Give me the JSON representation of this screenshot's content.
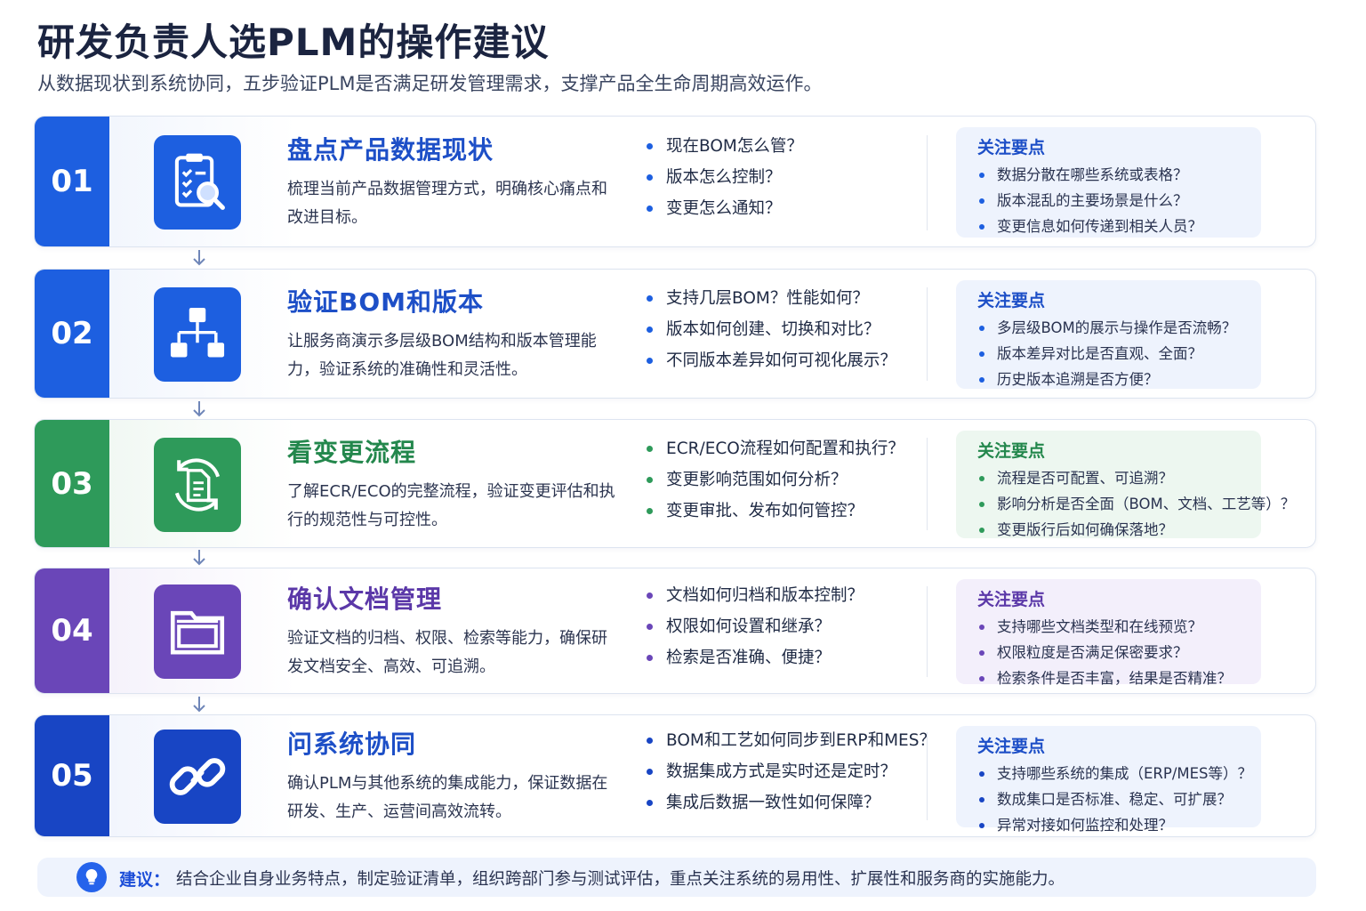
{
  "header": {
    "title": "研发负责人选PLM的操作建议",
    "subtitle": "从数据现状到系统协同，五步验证PLM是否满足研发管理需求，支撑产品全生命周期高效运作。"
  },
  "colors": {
    "blue": "#1d5fe0",
    "green": "#2e9a5a",
    "purple": "#6a46b8",
    "navy": "#1845c4"
  },
  "steps": [
    {
      "number": "01",
      "icon": "clipboard-search-icon",
      "title": "盘点产品数据现状",
      "desc": "梳理当前产品数据管理方式，明确核心痛点和改进目标。",
      "questions": [
        "现在BOM怎么管？",
        "版本怎么控制？",
        "变更怎么通知？"
      ],
      "focus_title": "关注要点",
      "focus": [
        "数据分散在哪些系统或表格？",
        "版本混乱的主要场景是什么？",
        "变更信息如何传递到相关人员？"
      ]
    },
    {
      "number": "02",
      "icon": "hierarchy-icon",
      "title": "验证BOM和版本",
      "desc": "让服务商演示多层级BOM结构和版本管理能力，验证系统的准确性和灵活性。",
      "questions": [
        "支持几层BOM？性能如何？",
        "版本如何创建、切换和对比？",
        "不同版本差异如何可视化展示？"
      ],
      "focus_title": "关注要点",
      "focus": [
        "多层级BOM的展示与操作是否流畅？",
        "版本差异对比是否直观、全面？",
        "历史版本追溯是否方便？"
      ]
    },
    {
      "number": "03",
      "icon": "document-cycle-icon",
      "title": "看变更流程",
      "desc": "了解ECR/ECO的完整流程，验证变更评估和执行的规范性与可控性。",
      "questions": [
        "ECR/ECO流程如何配置和执行？",
        "变更影响范围如何分析？",
        "变更审批、发布如何管控？"
      ],
      "focus_title": "关注要点",
      "focus": [
        "流程是否可配置、可追溯？",
        "影响分析是否全面（BOM、文档、工艺等）？",
        "变更版行后如何确保落地？"
      ]
    },
    {
      "number": "04",
      "icon": "folder-icon",
      "title": "确认文档管理",
      "desc": "验证文档的归档、权限、检索等能力，确保研发文档安全、高效、可追溯。",
      "questions": [
        "文档如何归档和版本控制？",
        "权限如何设置和继承？",
        "检索是否准确、便捷？"
      ],
      "focus_title": "关注要点",
      "focus": [
        "支持哪些文档类型和在线预览？",
        "权限粒度是否满足保密要求？",
        "检索条件是否丰富，结果是否精准？"
      ]
    },
    {
      "number": "05",
      "icon": "link-icon",
      "title": "问系统协同",
      "desc": "确认PLM与其他系统的集成能力，保证数据在研发、生产、运营间高效流转。",
      "questions": [
        "BOM和工艺如何同步到ERP和MES？",
        "数据集成方式是实时还是定时？",
        "集成后数据一致性如何保障？"
      ],
      "focus_title": "关注要点",
      "focus": [
        "支持哪些系统的集成（ERP/MES等）？",
        "数成集口是否标准、稳定、可扩展？",
        "异常对接如何监控和处理？"
      ]
    }
  ],
  "tip": {
    "icon": "lightbulb-icon",
    "label": "建议：",
    "text": "结合企业自身业务特点，制定验证清单，组织跨部门参与测试评估，重点关注系统的易用性、扩展性和服务商的实施能力。"
  }
}
